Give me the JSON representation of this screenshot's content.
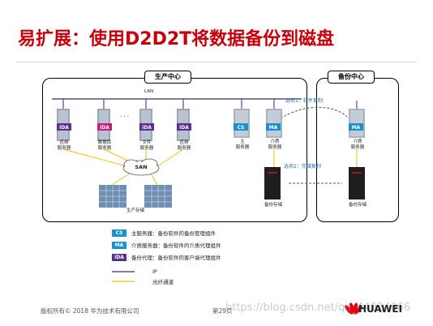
{
  "title": "易扩展：使用D2D2T将数据备份到磁盘",
  "production_center": "生产中心",
  "backup_center": "备份中心",
  "lan_label": "LAN",
  "san_label": "SAN",
  "labels": {
    "app_server_1": "应用\n服务器",
    "db_server": "数据库\n服务器",
    "file_server": "文件\n服务器",
    "app_server_2": "应用\n服务器",
    "master_server": "主\n服务器",
    "media_server": "介质\n服务器",
    "remote_media_server": "介质\n服务器",
    "production_storage": "生产存储",
    "backup_storage": "备份存储",
    "remote_backup_storage": "备份存储"
  },
  "option_1": "选项1：软件复制",
  "option_2": "选项2：存储复制",
  "legend": [
    {
      "badge": "CS",
      "text": "主服务器：备份软件的备份管理组件",
      "color": "#1c8fcf"
    },
    {
      "badge": "MA",
      "text": "介质服务器：备份软件的介质代理组件",
      "color": "#1c8fcf"
    },
    {
      "badge": "iDA",
      "text": "备份代理：备份软件的客户端代理组件",
      "color": "#5a2d91"
    }
  ],
  "legend_lines": [
    "IP",
    "光纤通道"
  ],
  "colors": {
    "title": "#c7000b",
    "ip_line": "#3b2a6b",
    "fiber_line": "#f2c200",
    "badge_blue": "#1c8fcf",
    "badge_purple": "#5a2d91",
    "badge_magenta": "#c21d86"
  },
  "footer": {
    "copyright": "版权所有© 2018 华为技术有限公司",
    "page": "第29页",
    "watermark": "https://blog.csdn.net/qq_44024066",
    "brand": "HUAWEI"
  }
}
